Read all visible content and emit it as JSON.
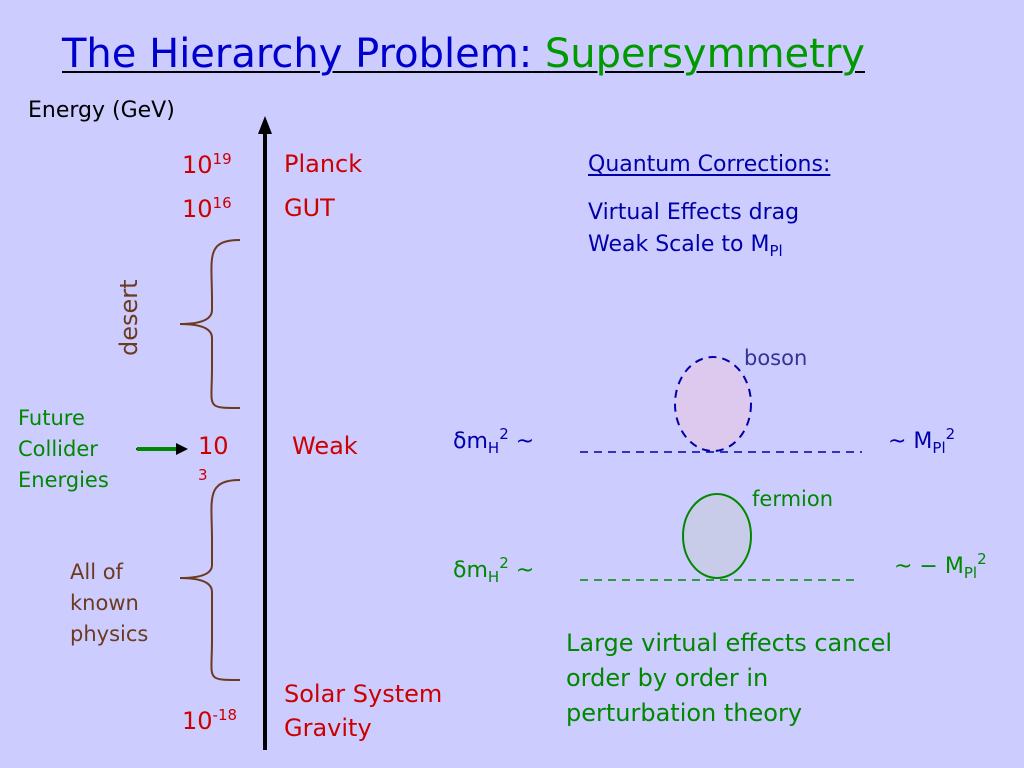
{
  "title": {
    "main": "The Hierarchy Problem:",
    "highlight": "Supersymmetry"
  },
  "axis": {
    "label": "Energy (GeV)"
  },
  "scale": {
    "planck": {
      "base": "10",
      "exp": "19",
      "name": "Planck"
    },
    "gut": {
      "base": "10",
      "exp": "16",
      "name": "GUT"
    },
    "weak": {
      "base": "10",
      "exp": "3",
      "name": "Weak"
    },
    "gravity": {
      "base": "10",
      "exp": "-18",
      "name_line1": "Solar System",
      "name_line2": "Gravity"
    }
  },
  "regions": {
    "desert": "desert",
    "known": [
      "All of",
      "known",
      "physics"
    ],
    "collider": [
      "Future",
      "Collider",
      "Energies"
    ]
  },
  "quantum": {
    "heading": "Quantum Corrections:",
    "line1": "Virtual Effects drag",
    "line2_prefix": "Weak Scale to M",
    "line2_sub": "Pl"
  },
  "loops": {
    "boson_label": "boson",
    "fermion_label": "fermion",
    "delta_symbol": "δ",
    "m_letter": "m",
    "h_sub": "H",
    "sq": "2",
    "tilde": "~",
    "boson_result_prefix": "~ M",
    "fermion_result_prefix": "~ − M",
    "pl_sub": "Pl"
  },
  "conclusion": [
    "Large virtual effects cancel",
    "order by order in",
    "perturbation theory"
  ],
  "colors": {
    "title": "#0000cc",
    "susy": "#009900",
    "scale_labels": "#cc0000",
    "brown": "#6b3a1f",
    "boson": "#0000cc",
    "fermion": "#008800"
  }
}
